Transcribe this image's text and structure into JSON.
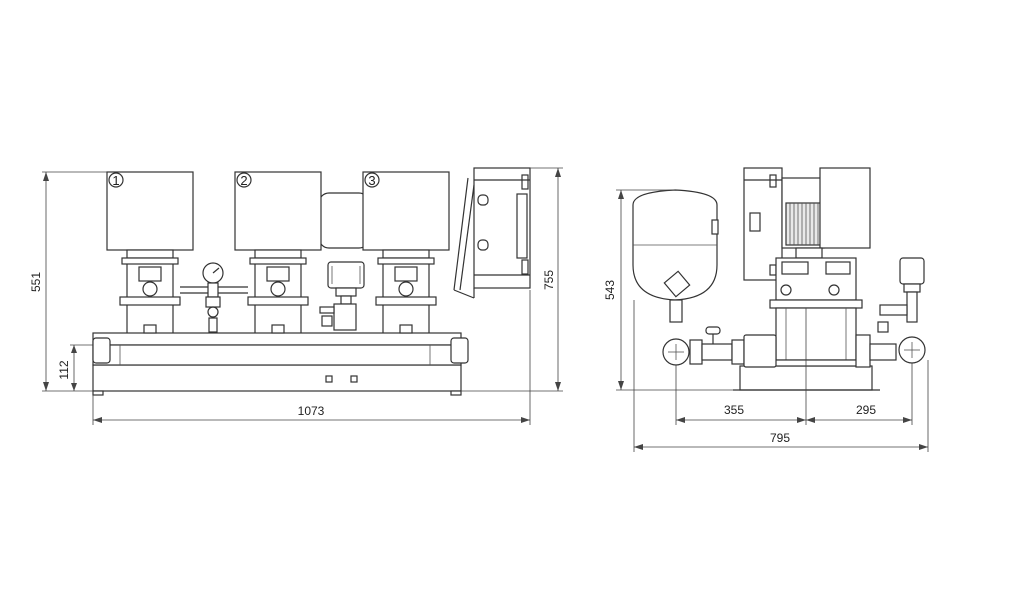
{
  "front_view": {
    "pump_labels": [
      "1",
      "2",
      "3"
    ],
    "dimensions": {
      "total_height": "551",
      "base_height": "112",
      "overall_width": "1073",
      "cabinet_height": "755"
    }
  },
  "side_view": {
    "dimensions": {
      "height": "543",
      "left_offset": "355",
      "right_offset": "295",
      "overall_width": "795"
    }
  }
}
